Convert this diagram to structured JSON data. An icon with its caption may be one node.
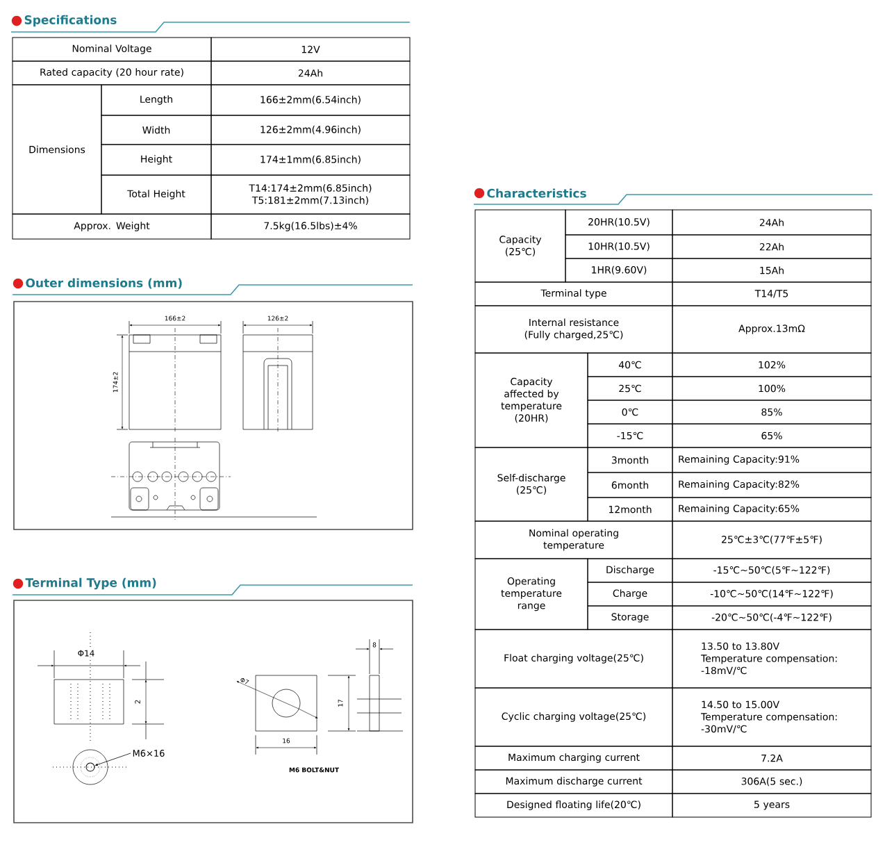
{
  "diagram": {
    "nodes": [
      {
        "text": [
          "M6×16"
        ]
      },
      {
        "text": [],
        "shape": "circle"
      }
    ],
    "edges": [
      {
        "from": 0,
        "to": 1,
        "arrow": "to"
      }
    ],
    "labels": [
      "Specifications",
      "Nominal Voltage",
      "12V",
      "Rated capacity (20 hour rate)",
      "24Ah",
      "Dimensions",
      "Length",
      "166±2mm(6.54inch)",
      "Width",
      "126±2mm(4.96inch)",
      "Height",
      "174±1mm(6.85inch)",
      "Total Height",
      "T14:174±2mm(6.85inch) T5:181±2mm(7.13inch)",
      "Approx. Weight",
      "7.5kg(16.5lbs)±4%",
      "Outer dimensions (mm)",
      "166±2",
      "174±2",
      "126±2",
      "Terminal Type (mm)",
      "Φ14",
      "2",
      "Φ7",
      "8",
      "17",
      "16",
      "M6 BOLT&NUT",
      "Characteristics",
      "Capacity (25℃)",
      "20HR(10.5V)",
      "24Ah",
      "10HR(10.5V)",
      "22Ah",
      "1HR(9.60V)",
      "15Ah",
      "Terminal type",
      "T14/T5",
      "Internal resistance (Fully charged,25℃)",
      "Approx.13mΩ",
      "Capacity affected by temperature (20HR)",
      "40℃",
      "102%",
      "25℃",
      "100%",
      "0℃",
      "85%",
      "-15℃",
      "65%",
      "Self-discharge (25℃)",
      "3month",
      "Remaining Capacity:91%",
      "6month",
      "Remaining Capacity:82%",
      "12month",
      "Remaining Capacity:65%",
      "Nominal operating temperature",
      "25℃±3℃(77℉±5℉)",
      "Operating temperature range",
      "Discharge",
      "-15℃~50℃(5℉~122℉)",
      "Charge",
      "-10℃~50℃(14℉~122℉)",
      "Storage",
      "-20℃~50℃(-4℉~122℉)",
      "Float charging voltage(25℃)",
      "13.50 to 13.80V Temperature compensation: -18mV/℃",
      "Cyclic charging voltage(25℃)",
      "14.50 to 15.00V Temperature compensation: -30mV/℃",
      "Maximum charging current",
      "7.2A",
      "Maximum discharge current",
      "306A(5 sec.)",
      "Designed floating life(20℃)",
      "5 years"
    ]
  }
}
